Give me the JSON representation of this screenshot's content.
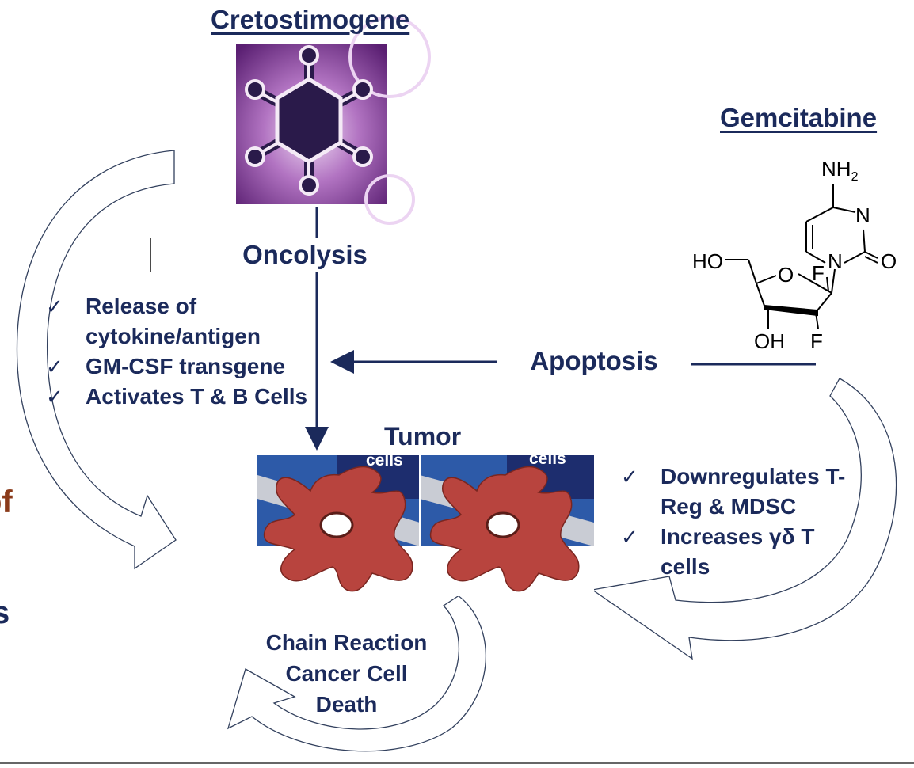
{
  "headings": {
    "cretostimogene": "Cretostimogene",
    "gemcitabine": "Gemcitabine",
    "tumor": "Tumor"
  },
  "boxes": {
    "oncolysis": "Oncolysis",
    "apoptosis": "Apoptosis"
  },
  "left_bullets": [
    "Release of cytokine/antigen",
    "GM-CSF transgene",
    "Activates T & B Cells"
  ],
  "right_bullets": [
    "Downregulates T-Reg & MDSC",
    "Increases γδ T cells"
  ],
  "chain_reaction": [
    "Chain Reaction",
    "Cancer Cell",
    "Death"
  ],
  "tumor_panel_text": [
    "cells",
    "cells"
  ],
  "molecule_labels": {
    "nh2": "NH",
    "nh2_sub": "2",
    "n_top": "N",
    "n_ring": "N",
    "o_carbonyl": "O",
    "ho": "HO",
    "o_ring": "O",
    "f_top": "F",
    "oh": "OH",
    "f_bottom": "F"
  },
  "cutoff_left_text": [
    "of",
    "s"
  ],
  "check_glyph": "✓",
  "colors": {
    "navy": "#1b2a5b",
    "cell_red": "#b8443e",
    "panel_blue": "#2d5aa8",
    "panel_dark": "#1d2d6e",
    "virus_purple": "#7a3d8c",
    "cutoff_text": "#8a3a1a"
  }
}
